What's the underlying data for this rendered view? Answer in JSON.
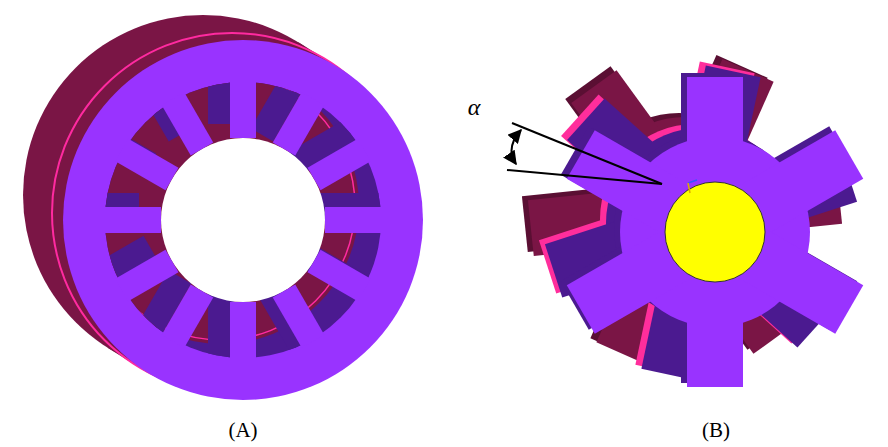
{
  "diagram": {
    "labels": [
      "α",
      "(A)",
      "(B)"
    ]
  }
}
